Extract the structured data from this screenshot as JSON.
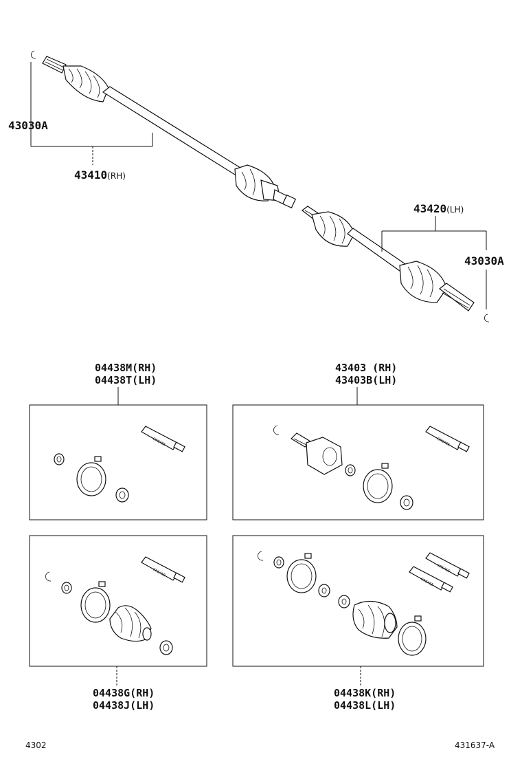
{
  "labels": {
    "ring_top_left": "43030A",
    "shaft_rh_num": "43410",
    "shaft_rh_side": "(RH)",
    "shaft_lh_num": "43420",
    "shaft_lh_side": "(LH)",
    "ring_right": "43030A",
    "kit1_line1": "04438M(RH)",
    "kit1_line2": "04438T(LH)",
    "kit2_line1": "43403  (RH)",
    "kit2_line2": "43403B(LH)",
    "kit3_line1": "04438G(RH)",
    "kit3_line2": "04438J(LH)",
    "kit4_line1": "04438K(RH)",
    "kit4_line2": "04438L(LH)",
    "footer_left": "4302",
    "footer_right": "431637-A",
    "grease_text": "GREASE"
  }
}
